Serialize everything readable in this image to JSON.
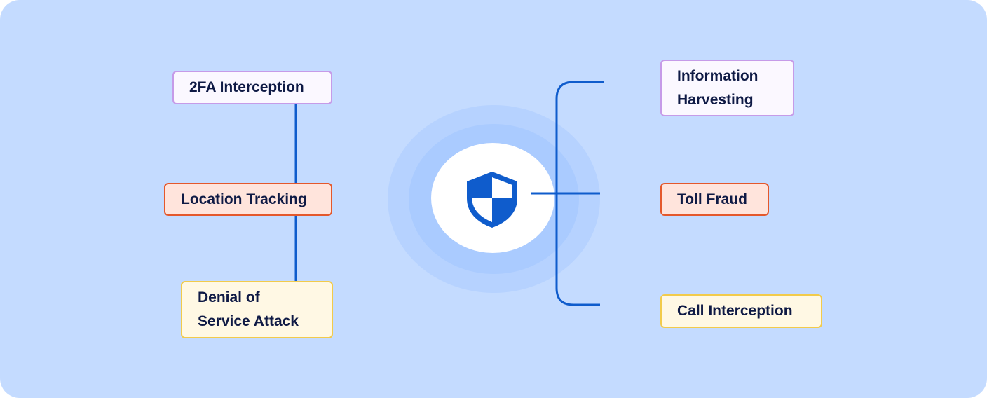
{
  "diagram": {
    "center": {
      "icon": "shield-icon",
      "color": "#0f5ccc"
    },
    "left_nodes": [
      {
        "label": "2FA Interception",
        "style": "purple"
      },
      {
        "label": "Location Tracking",
        "style": "red"
      },
      {
        "label": "Denial of\nService Attack",
        "style": "yellow"
      }
    ],
    "right_nodes": [
      {
        "label": "Information\nHarvesting",
        "style": "purple"
      },
      {
        "label": "Toll Fraud",
        "style": "red"
      },
      {
        "label": "Call Interception",
        "style": "yellow"
      }
    ],
    "colors": {
      "background": "#c4dbff",
      "connector": "#0f5ccc",
      "purple_border": "#c69be8",
      "red_border": "#e4582c",
      "yellow_border": "#f2cb4b",
      "text": "#0f1a45"
    }
  }
}
